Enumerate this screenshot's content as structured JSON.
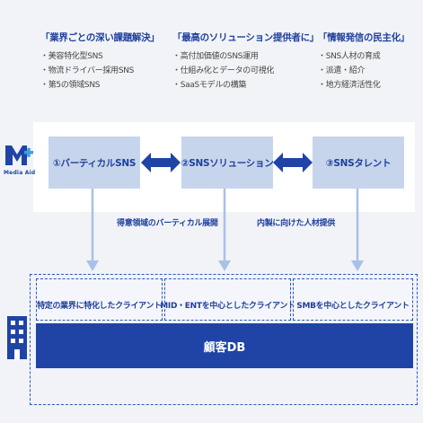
{
  "columns": [
    {
      "title": "「業界ごとの深い課題解決」",
      "items": [
        "・美容特化型SNS",
        "・物流ドライバー採用SNS",
        "・第5の領域SNS"
      ]
    },
    {
      "title": "「最高のソリューション提供者に」",
      "items": [
        "・高付加価値のSNS運用",
        "・仕組み化とデータの可視化",
        "・SaaSモデルの構築"
      ]
    },
    {
      "title": "「情報発信の民主化」",
      "items": [
        "・SNS人材の育成",
        "・派遣・紹介",
        "・地方経済活性化"
      ]
    }
  ],
  "logo": {
    "text": "Media Aid"
  },
  "pillars": [
    "①バーティカルSNS",
    "②SNSソリューション",
    "③SNSタレント"
  ],
  "captions": [
    "得意領域のバーティカル展開",
    "内製に向けた人材提供"
  ],
  "segments": [
    "特定の業界に特化したクライアント",
    "MID・ENTを中心としたクライアント",
    "SMBを中心としたクライアント"
  ],
  "db": {
    "label": "顧客DB"
  },
  "colors": {
    "accent": "#1f44a6",
    "pillar_bg": "#c7d5ec",
    "text_blue": "#1e3f9c"
  }
}
